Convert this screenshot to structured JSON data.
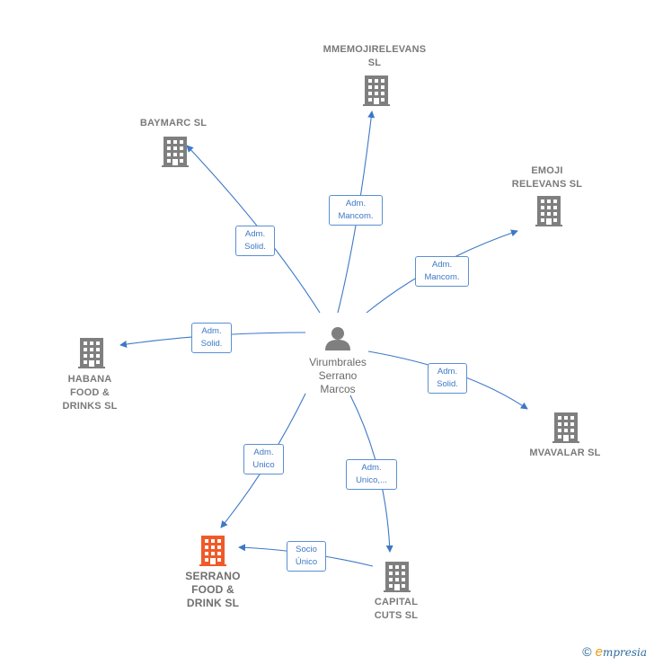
{
  "person": {
    "name": "Virumbrales\nSerrano\nMarcos"
  },
  "companies": [
    {
      "id": "mmemoji",
      "label": "MMEMOJIRELEVANS\nSL"
    },
    {
      "id": "baymarc",
      "label": "BAYMARC  SL"
    },
    {
      "id": "emoji",
      "label": "EMOJI\nRELEVANS  SL"
    },
    {
      "id": "habana",
      "label": "HABANA\nFOOD &\nDRINKS  SL"
    },
    {
      "id": "mvavalar",
      "label": "MVAVALAR  SL"
    },
    {
      "id": "serrano",
      "label": "SERRANO\nFOOD &\nDRINK  SL"
    },
    {
      "id": "capital",
      "label": "CAPITAL\nCUTS  SL"
    }
  ],
  "relations": [
    {
      "label": "Adm.\nMancom."
    },
    {
      "label": "Adm.\nSolid."
    },
    {
      "label": "Adm.\nMancom."
    },
    {
      "label": "Adm.\nSolid."
    },
    {
      "label": "Adm.\nSolid."
    },
    {
      "label": "Adm.\nUnico"
    },
    {
      "label": "Adm.\nUnico,..."
    },
    {
      "label": "Socio\nÚnico"
    }
  ],
  "colors": {
    "building": "#7f7f7f",
    "highlight": "#f05a28",
    "edge": "#3d78c6",
    "person": "#7f7f7f"
  },
  "footer": {
    "copyright": "©",
    "brand_initial": "e",
    "brand_rest": "mpresia"
  }
}
